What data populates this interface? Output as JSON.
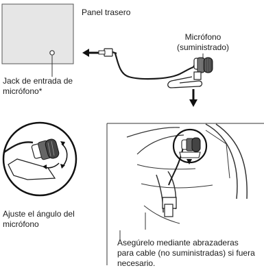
{
  "labels": {
    "rear_panel": "Panel trasero",
    "mic_jack": [
      "Jack de entrada de",
      "micrófono*"
    ],
    "microphone": [
      "Micrófono",
      "(suministrado)"
    ],
    "adjust_angle": [
      "Ajuste el ángulo del",
      "micrófono"
    ],
    "secure_note": [
      "Asegúrelo mediante abrazaderas",
      "para cable (no suministradas) si fuera",
      "necesario."
    ]
  },
  "colors": {
    "panel_fill": "#e6e6e6",
    "line": "#1a1a1a",
    "text": "#1a1a1a"
  }
}
